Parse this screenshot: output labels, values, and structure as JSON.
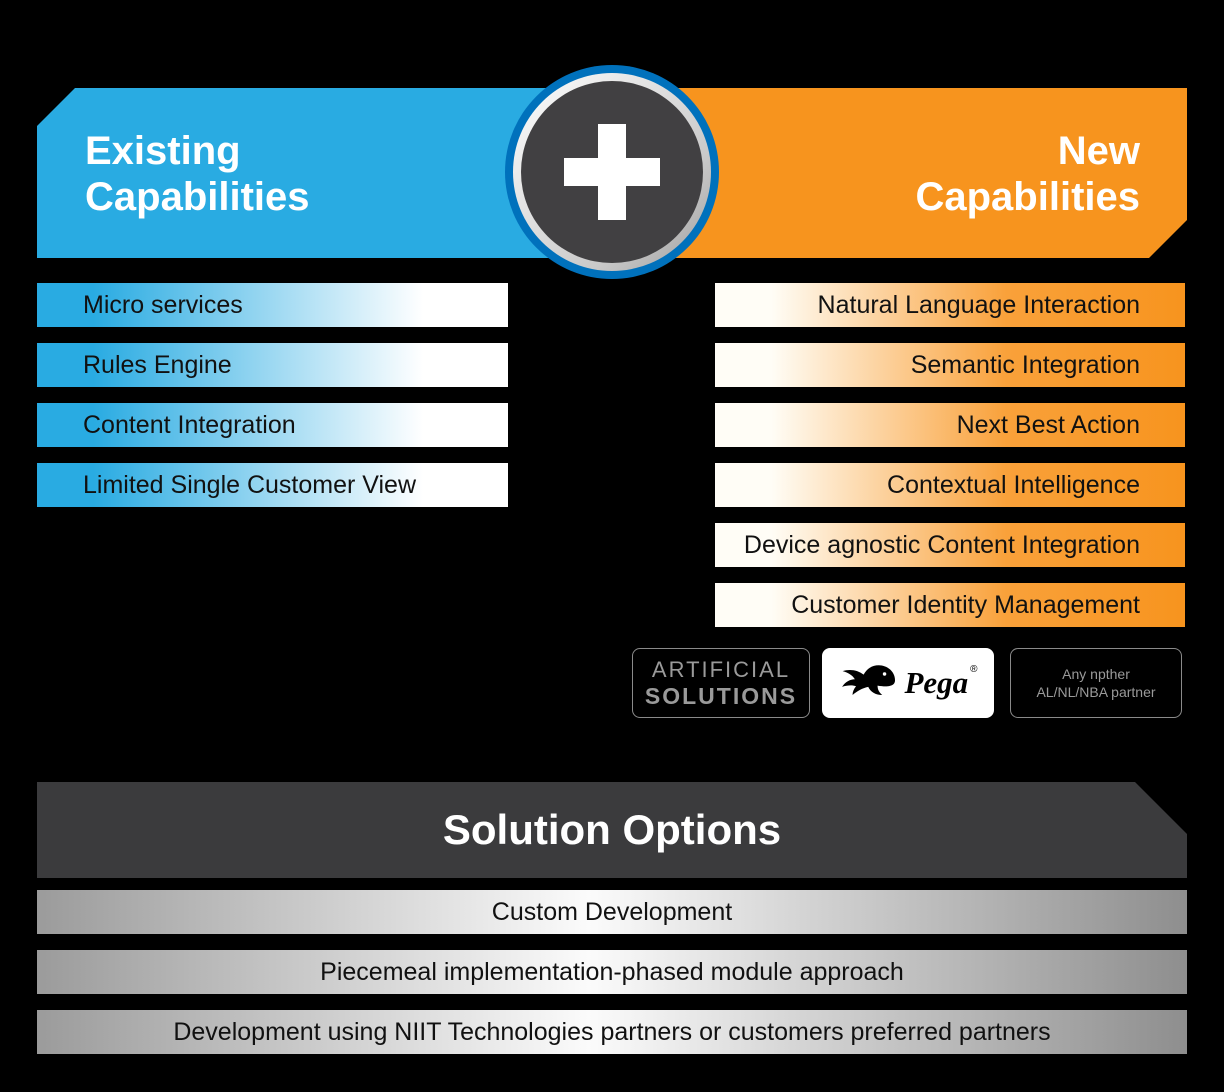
{
  "colors": {
    "background": "#000000",
    "existing_blue": "#29ABE2",
    "new_orange": "#F7941E",
    "ring_blue": "#0071BC",
    "circle_dark": "#414042",
    "solution_banner_dark": "#3B3B3D"
  },
  "existing": {
    "title_line1": "Existing",
    "title_line2": "Capabilities",
    "items": [
      "Micro services",
      "Rules Engine",
      "Content Integration",
      "Limited Single Customer View"
    ]
  },
  "new_caps": {
    "title_line1": "New",
    "title_line2": "Capabilities",
    "items": [
      "Natural Language Interaction",
      "Semantic Integration",
      "Next Best Action",
      "Contextual Intelligence",
      "Device agnostic Content Integration",
      "Customer Identity Management"
    ]
  },
  "partners": {
    "artificial_solutions": {
      "line1": "ARTIFICIAL",
      "line2": "SOLUTIONS"
    },
    "pega": {
      "name": "Pega",
      "reg": "®"
    },
    "other": {
      "line1": "Any npther",
      "line2": "AL/NL/NBA partner"
    }
  },
  "solution": {
    "title": "Solution Options",
    "options": [
      "Custom Development",
      "Piecemeal implementation-phased module approach",
      "Development using NIIT Technologies partners or customers preferred partners"
    ]
  }
}
